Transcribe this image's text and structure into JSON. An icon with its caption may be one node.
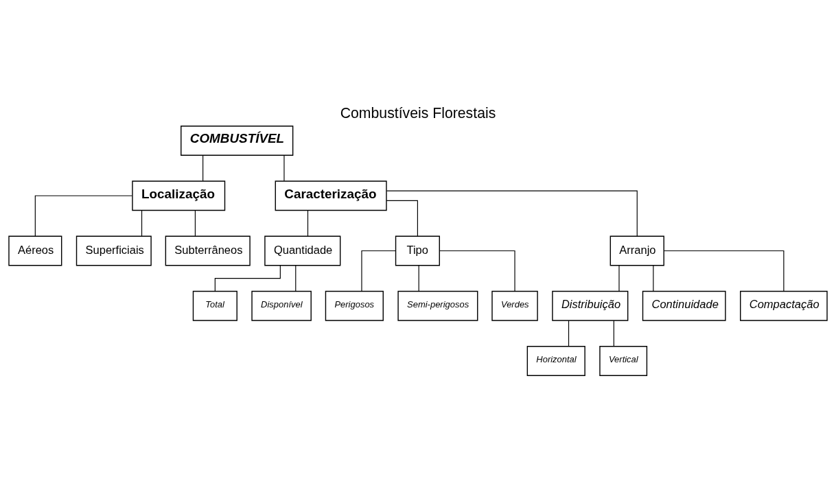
{
  "diagram": {
    "title": "Combustíveis Florestais",
    "nodes": [
      {
        "text": [
          "COMBUSTÍVEL"
        ]
      },
      {
        "text": [
          "Localização"
        ]
      },
      {
        "text": [
          "Caracterização"
        ]
      },
      {
        "text": [
          "Aéreos"
        ]
      },
      {
        "text": [
          "Superficiais"
        ]
      },
      {
        "text": [
          "Subterrâneos"
        ]
      },
      {
        "text": [
          "Quantidade"
        ]
      },
      {
        "text": [
          "Tipo"
        ]
      },
      {
        "text": [
          "Arranjo"
        ]
      },
      {
        "text": [
          "Total"
        ]
      },
      {
        "text": [
          "Disponível"
        ]
      },
      {
        "text": [
          "Perigosos"
        ]
      },
      {
        "text": [
          "Semi-perigosos"
        ]
      },
      {
        "text": [
          "Verdes"
        ]
      },
      {
        "text": [
          "Distribuição"
        ]
      },
      {
        "text": [
          "Horizontal"
        ]
      },
      {
        "text": [
          "Vertical"
        ]
      },
      {
        "text": [
          "Continuidade"
        ]
      },
      {
        "text": [
          "Compactação"
        ]
      }
    ],
    "edges": [
      {
        "from": 0,
        "to": 1,
        "arrow": "none"
      },
      {
        "from": 0,
        "to": 2,
        "arrow": "none"
      },
      {
        "from": 1,
        "to": 3,
        "arrow": "none"
      },
      {
        "from": 1,
        "to": 4,
        "arrow": "none"
      },
      {
        "from": 1,
        "to": 5,
        "arrow": "none"
      },
      {
        "from": 2,
        "to": 6,
        "arrow": "none"
      },
      {
        "from": 2,
        "to": 7,
        "arrow": "none"
      },
      {
        "from": 2,
        "to": 8,
        "arrow": "none"
      },
      {
        "from": 6,
        "to": 9,
        "arrow": "none"
      },
      {
        "from": 6,
        "to": 10,
        "arrow": "none"
      },
      {
        "from": 7,
        "to": 11,
        "arrow": "none"
      },
      {
        "from": 7,
        "to": 12,
        "arrow": "none"
      },
      {
        "from": 7,
        "to": 13,
        "arrow": "none"
      },
      {
        "from": 8,
        "to": 14,
        "arrow": "none"
      },
      {
        "from": 14,
        "to": 15,
        "arrow": "none"
      },
      {
        "from": 14,
        "to": 16,
        "arrow": "none"
      },
      {
        "from": 8,
        "to": 17,
        "arrow": "none"
      },
      {
        "from": 8,
        "to": 18,
        "arrow": "none"
      }
    ]
  }
}
